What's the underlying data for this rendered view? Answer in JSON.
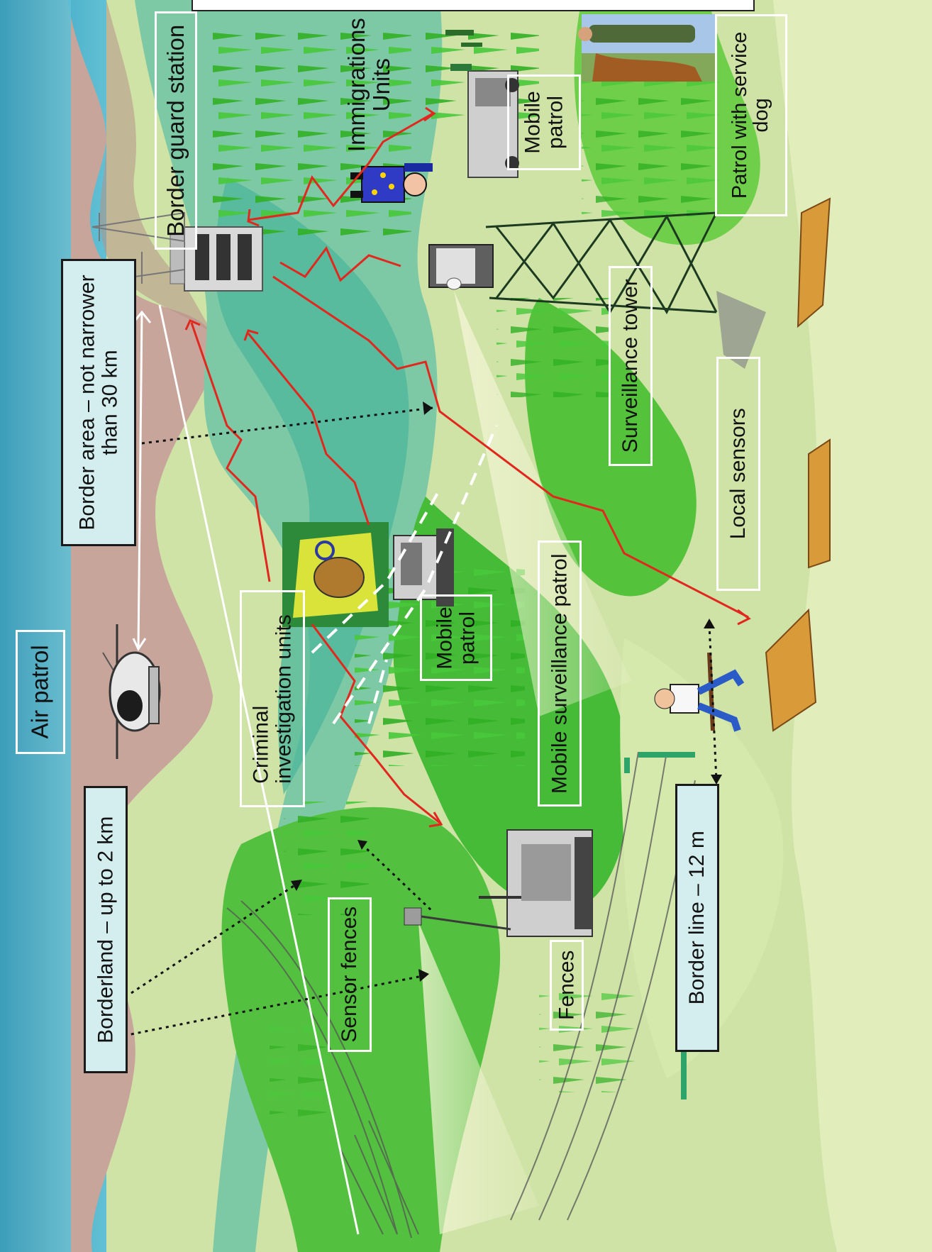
{
  "diagram": {
    "labels": {
      "air_patrol": "Air patrol",
      "borderland": "Borderland – up to 2 km",
      "border_area_line1": "Border area – not narrower",
      "border_area_line2": "than 30 km",
      "border_guard_station": "Border guard station",
      "criminal_line1": "Criminal",
      "criminal_line2": "investigation units",
      "sensor_fences": "Sensor fences",
      "immigration_line1": "Immigrations",
      "immigration_line2": "Units",
      "mobile_patrol_top_line1": "Mobile",
      "mobile_patrol_top_line2": "patrol",
      "mobile_patrol_mid_line1": "Mobile",
      "mobile_patrol_mid_line2": "patrol",
      "mobile_surveillance_patrol": "Mobile surveillance patrol",
      "fences": "Fences",
      "surveillance_tower": "Surveillance tower",
      "patrol_dog_line1": "Patrol with service",
      "patrol_dog_line2": "dog",
      "local_sensors": "Local sensors",
      "border_line": "Border  line – 12 m"
    },
    "colors": {
      "sky": "#35a8c4",
      "mountains": "#c9a79d",
      "valley": "#b9d8a3",
      "forest": "#4cbc3c",
      "light_field": "#cfe6a6",
      "red_link": "#e0281e",
      "label_fill": "#d4eef0"
    },
    "icons": [
      "helicopter-icon",
      "border-guard-station-icon",
      "antenna-mast-icon",
      "police-officer-icon",
      "mobile-patrol-vehicle-icon",
      "soldier-with-dog-photo",
      "surveillance-tower-icon",
      "criminal-investigation-dog-badge",
      "tracked-vehicle-icon",
      "sensor-camera-icon",
      "armed-intruder-icon",
      "local-sensor-icon"
    ]
  }
}
